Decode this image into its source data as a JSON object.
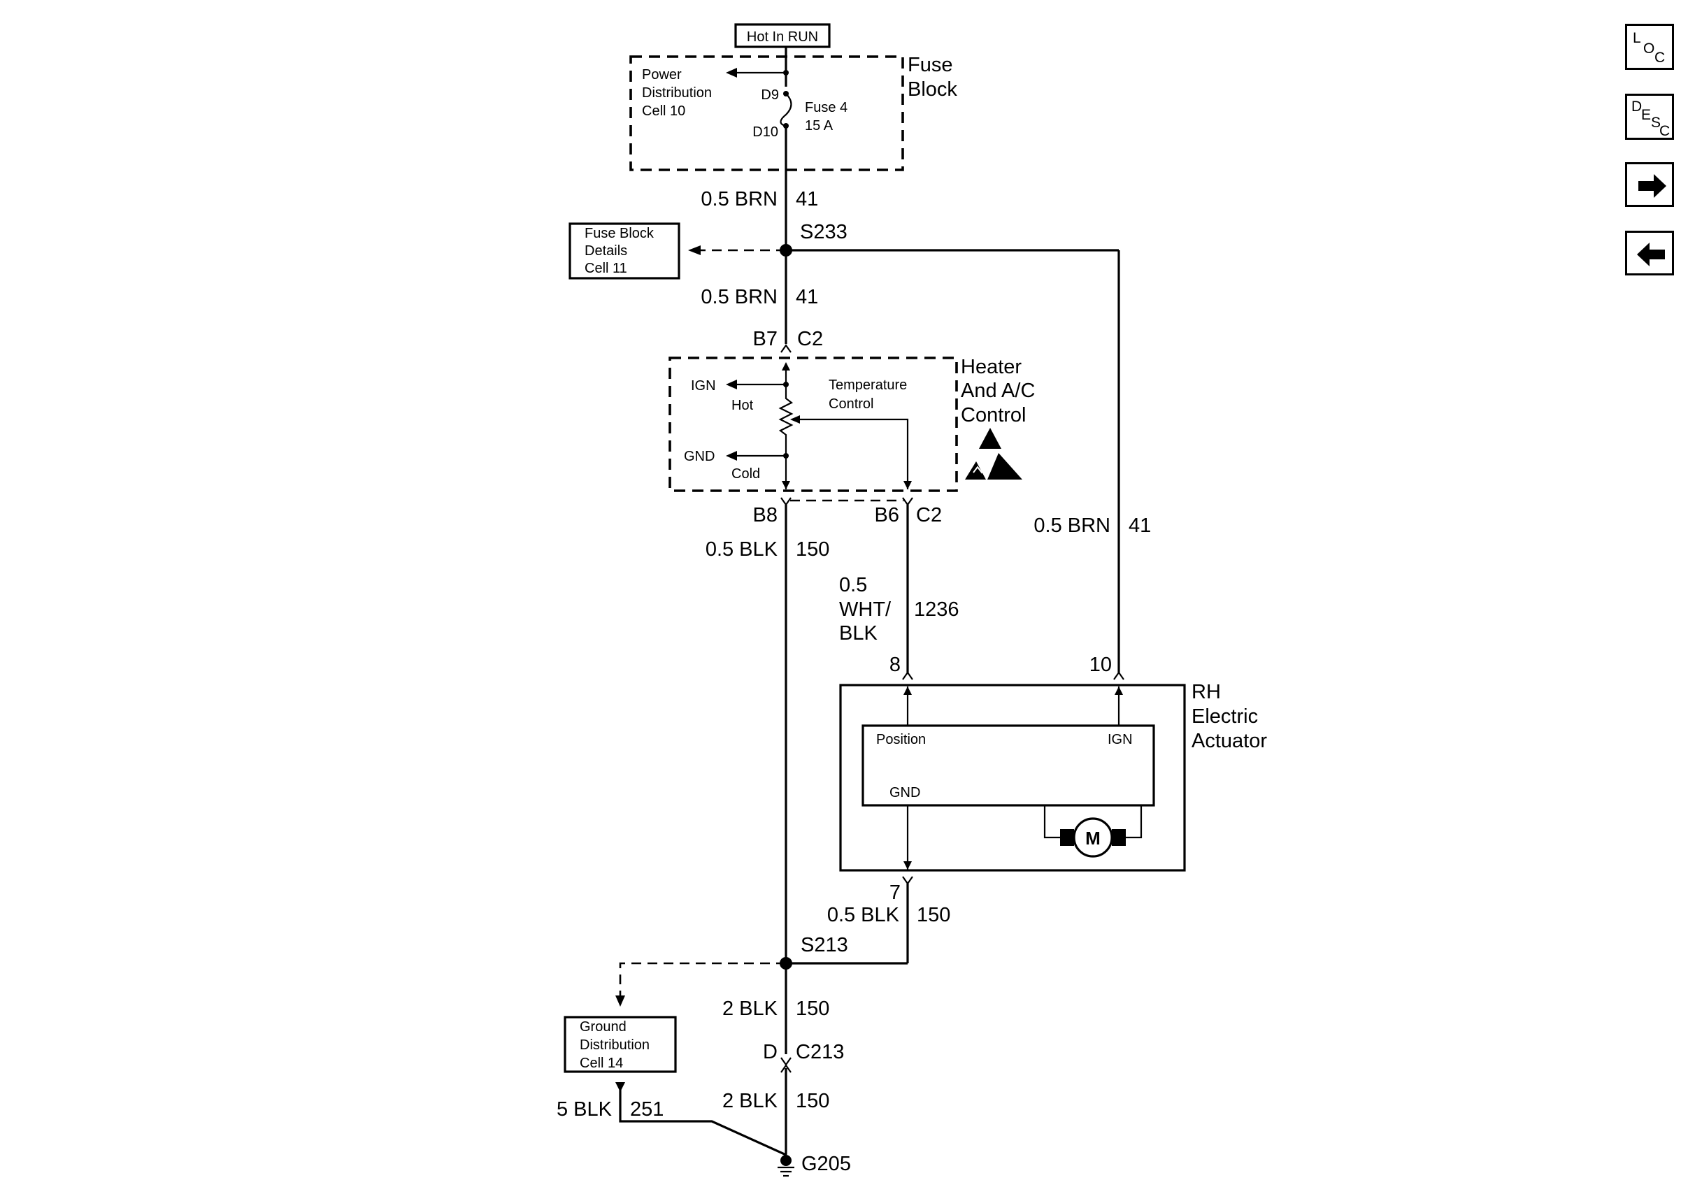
{
  "diagram": {
    "hot_in_run": "Hot In RUN",
    "fuse_block": {
      "line1": "Fuse",
      "line2": "Block"
    },
    "power_distribution": {
      "line1": "Power",
      "line2": "Distribution",
      "line3": "Cell 10"
    },
    "fuse": {
      "pin_in": "D9",
      "pin_out": "D10",
      "name": "Fuse 4",
      "rating": "15 A"
    },
    "fuse_block_details": {
      "line1": "Fuse Block",
      "line2": "Details",
      "line3": "Cell 11"
    },
    "splice_s233": "S233",
    "splice_s213": "S213",
    "wire_brn_upper": {
      "gauge_color": "0.5 BRN",
      "circuit": "41"
    },
    "wire_brn_mid": {
      "gauge_color": "0.5 BRN",
      "circuit": "41"
    },
    "wire_brn_right": {
      "gauge_color": "0.5 BRN",
      "circuit": "41"
    },
    "connector_b7": "B7",
    "connector_c2_top": "C2",
    "hvac_control": {
      "line1": "Heater",
      "line2": "And A/C",
      "line3": "Control"
    },
    "hvac_internal": {
      "ign": "IGN",
      "hot": "Hot",
      "gnd": "GND",
      "cold": "Cold",
      "temp1": "Temperature",
      "temp2": "Control"
    },
    "connector_b8": "B8",
    "connector_b6": "B6",
    "connector_c2_bottom": "C2",
    "wire_blk_150_upper": {
      "gauge_color": "0.5 BLK",
      "circuit": "150"
    },
    "wire_wht_blk": {
      "gauge": "0.5",
      "color1": "WHT/",
      "color2": "BLK",
      "circuit": "1236"
    },
    "actuator_pin_8": "8",
    "actuator_pin_10": "10",
    "actuator_pin_7": "7",
    "actuator": {
      "line1": "RH",
      "line2": "Electric",
      "line3": "Actuator",
      "position": "Position",
      "ign": "IGN",
      "gnd": "GND",
      "motor": "M"
    },
    "wire_blk_150_actuator": {
      "gauge_color": "0.5 BLK",
      "circuit": "150"
    },
    "wire_2blk_upper": {
      "gauge_color": "2 BLK",
      "circuit": "150"
    },
    "connector_d": "D",
    "connector_c213": "C213",
    "wire_2blk_lower": {
      "gauge_color": "2 BLK",
      "circuit": "150"
    },
    "ground_distribution": {
      "line1": "Ground",
      "line2": "Distribution",
      "line3": "Cell 14"
    },
    "wire_5blk": {
      "gauge_color": "5 BLK",
      "circuit": "251"
    },
    "ground_g205": "G205"
  },
  "nav": {
    "loc": {
      "l": "L",
      "o": "O",
      "c": "C"
    },
    "desc": {
      "d": "D",
      "e": "E",
      "s": "S",
      "c": "C"
    }
  }
}
